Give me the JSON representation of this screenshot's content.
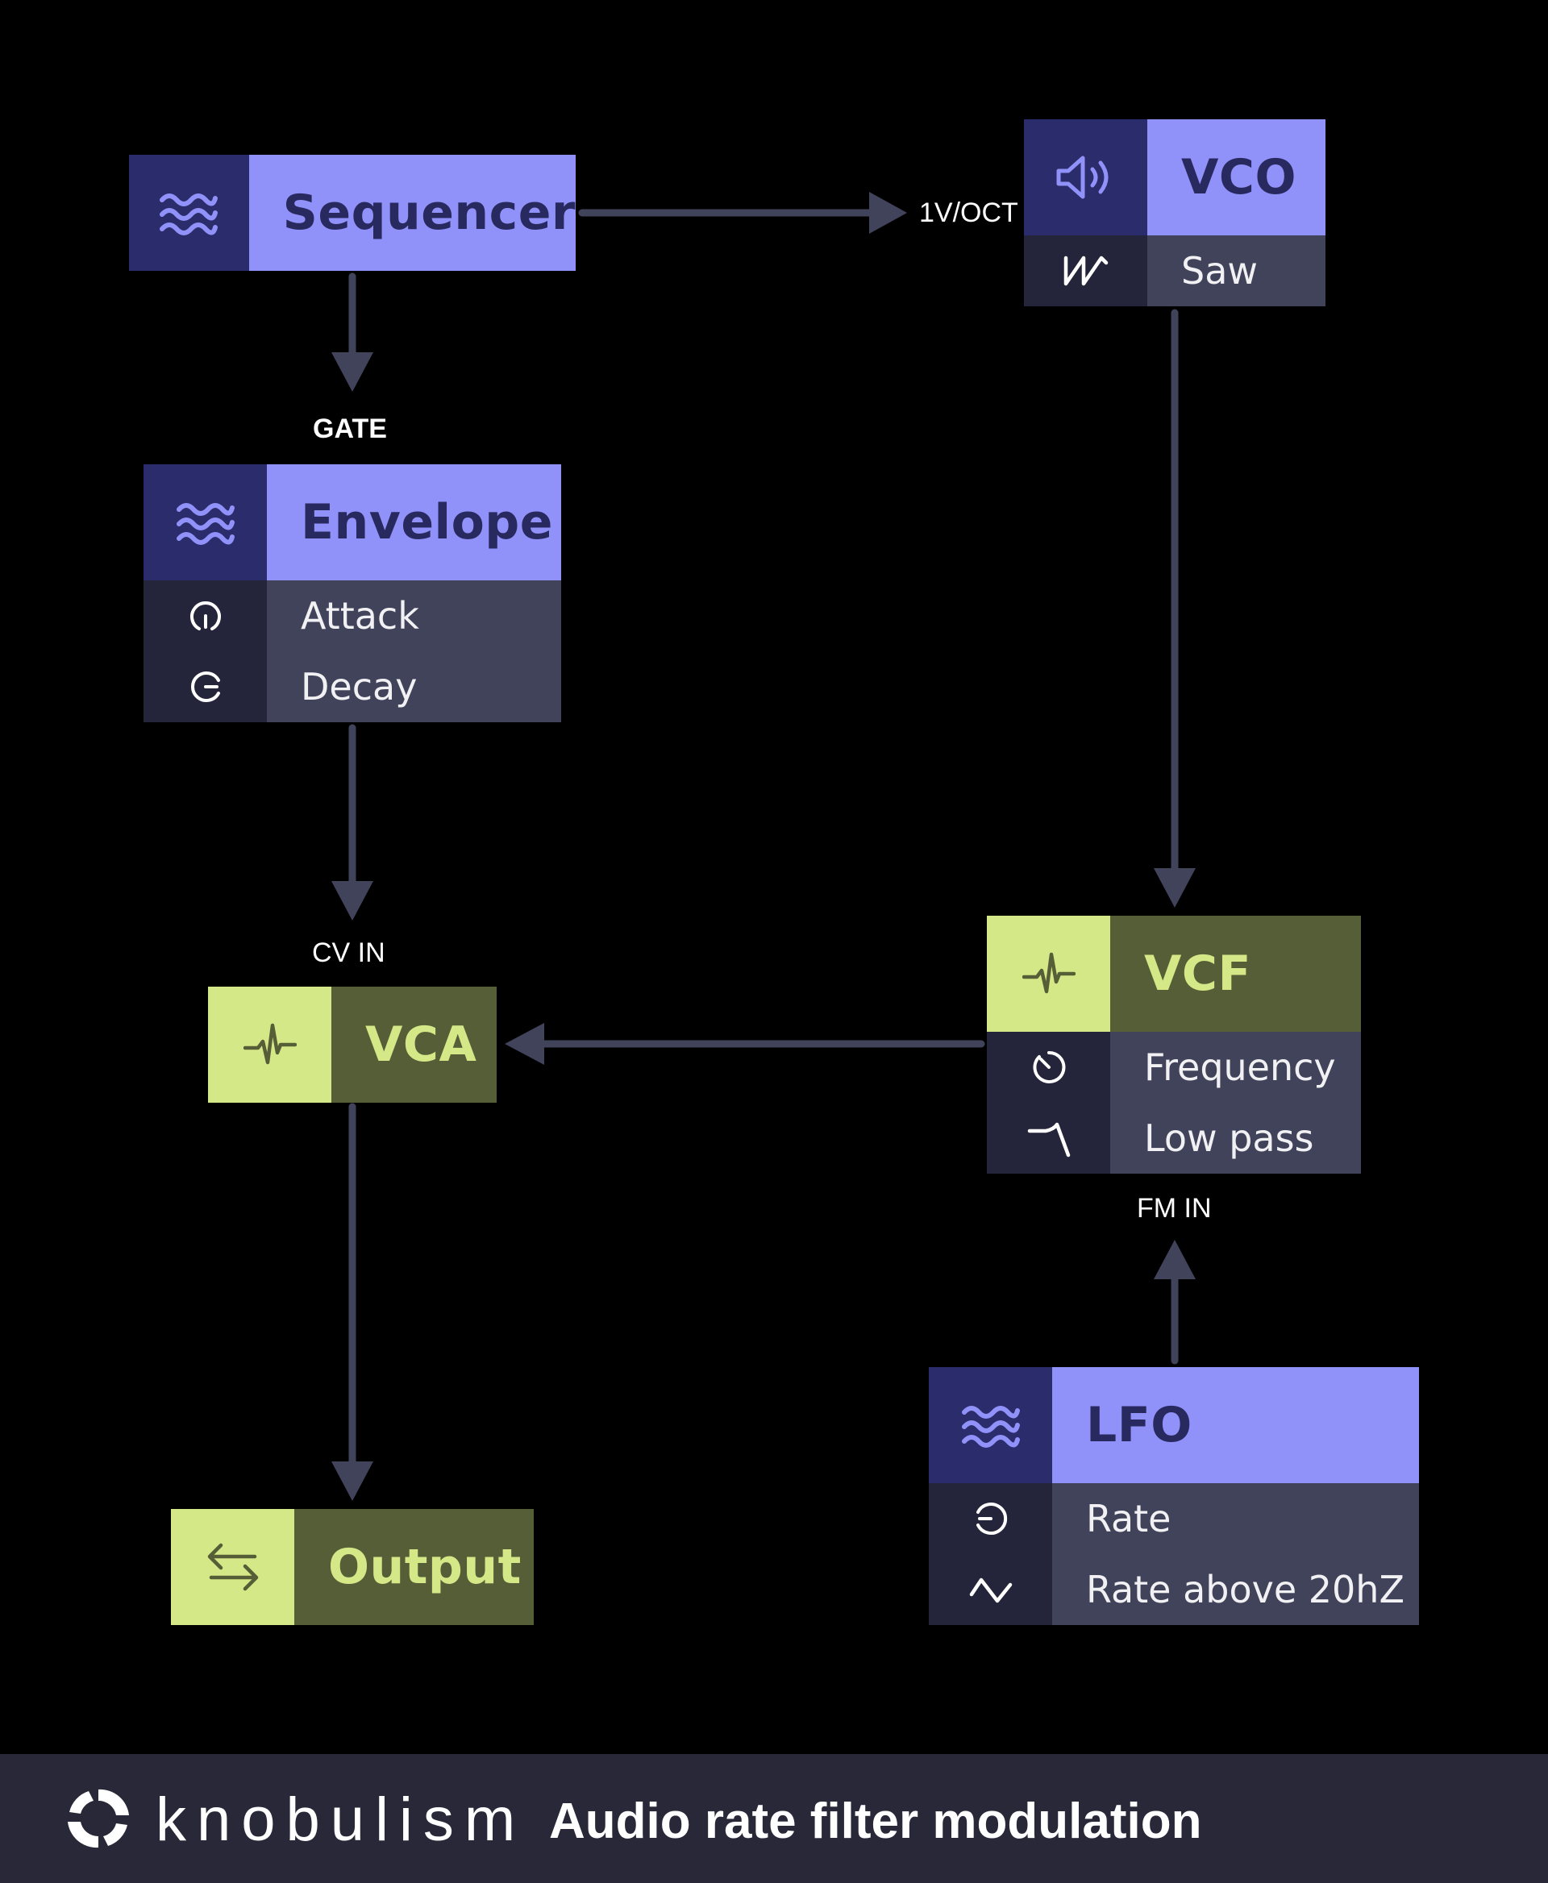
{
  "modules": {
    "sequencer": {
      "title": "Sequencer",
      "icon": "waves-icon"
    },
    "vco": {
      "title": "VCO",
      "icon": "speaker-icon",
      "params": [
        {
          "label": "Saw",
          "icon": "saw-wave-icon"
        }
      ]
    },
    "envelope": {
      "title": "Envelope",
      "icon": "waves-icon",
      "params": [
        {
          "label": "Attack",
          "icon": "knob-icon"
        },
        {
          "label": "Decay",
          "icon": "knob-icon"
        }
      ]
    },
    "vca": {
      "title": "VCA",
      "icon": "pulse-icon"
    },
    "vcf": {
      "title": "VCF",
      "icon": "pulse-icon",
      "params": [
        {
          "label": "Frequency",
          "icon": "knob-icon"
        },
        {
          "label": "Low pass",
          "icon": "lowpass-icon"
        }
      ]
    },
    "output": {
      "title": "Output",
      "icon": "swap-arrows-icon"
    },
    "lfo": {
      "title": "LFO",
      "icon": "waves-icon",
      "params": [
        {
          "label": "Rate",
          "icon": "knob-icon"
        },
        {
          "label": "Rate above 20hZ",
          "icon": "triangle-wave-icon"
        }
      ]
    }
  },
  "ports": {
    "vco_in": "1V/OCT",
    "env_in": "GATE",
    "vca_in": "CV IN",
    "vcf_fm_in": "FM IN"
  },
  "connections": [
    {
      "from": "Sequencer",
      "to": "VCO",
      "port": "1V/OCT"
    },
    {
      "from": "Sequencer",
      "to": "Envelope",
      "port": "GATE"
    },
    {
      "from": "Envelope",
      "to": "VCA",
      "port": "CV IN"
    },
    {
      "from": "VCO",
      "to": "VCF"
    },
    {
      "from": "VCF",
      "to": "VCA"
    },
    {
      "from": "VCA",
      "to": "Output"
    },
    {
      "from": "LFO",
      "to": "VCF",
      "port": "FM IN"
    }
  ],
  "footer": {
    "brand": "knobulism",
    "title": "Audio rate filter modulation"
  },
  "colors": {
    "background": "#000000",
    "purple_light": "#9191fa",
    "purple_dark": "#2b2c6b",
    "green_light": "#d5e887",
    "green_dark": "#565e37",
    "param_bg": "#41435b",
    "param_icon_bg": "#24243a",
    "wire": "#41435b",
    "footer_bg": "#282838"
  }
}
